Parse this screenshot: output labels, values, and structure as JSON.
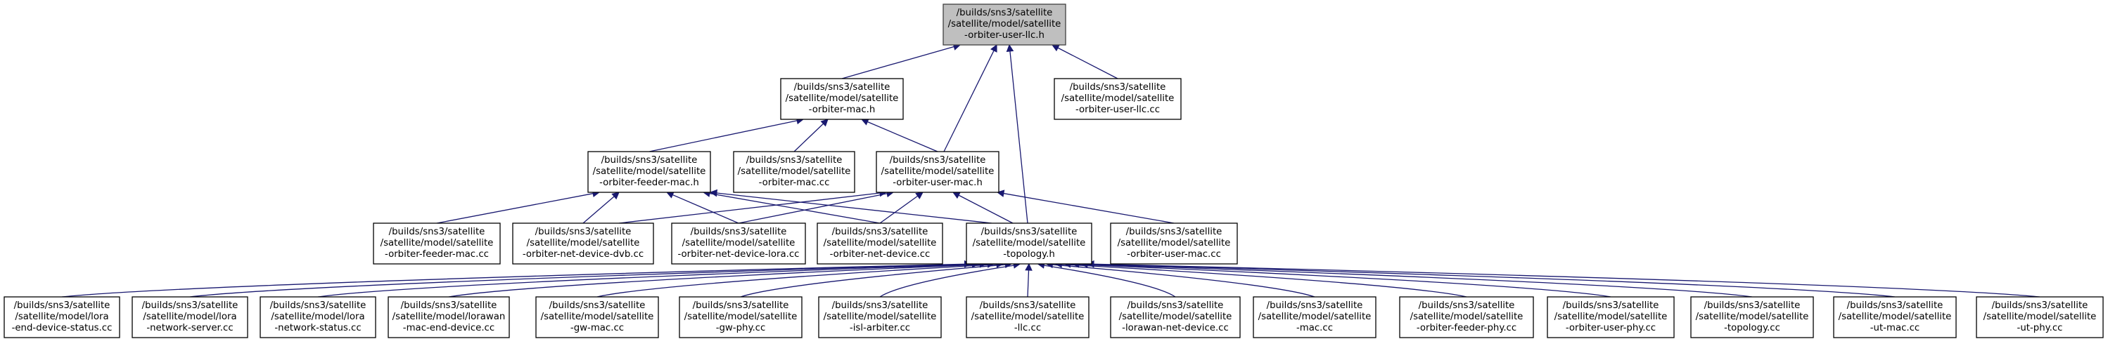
{
  "graph": {
    "colors": {
      "root_fill": "#bfbfbf",
      "node_fill": "#ffffff",
      "edge": "#191970"
    },
    "nodes": [
      {
        "id": "llc_h",
        "root": true,
        "lines": [
          "/builds/sns3/satellite",
          "/satellite/model/satellite",
          "-orbiter-user-llc.h"
        ]
      },
      {
        "id": "mac_h",
        "lines": [
          "/builds/sns3/satellite",
          "/satellite/model/satellite",
          "-orbiter-mac.h"
        ]
      },
      {
        "id": "llc_cc",
        "lines": [
          "/builds/sns3/satellite",
          "/satellite/model/satellite",
          "-orbiter-user-llc.cc"
        ]
      },
      {
        "id": "feeder_mac_h",
        "lines": [
          "/builds/sns3/satellite",
          "/satellite/model/satellite",
          "-orbiter-feeder-mac.h"
        ]
      },
      {
        "id": "mac_cc",
        "lines": [
          "/builds/sns3/satellite",
          "/satellite/model/satellite",
          "-orbiter-mac.cc"
        ]
      },
      {
        "id": "user_mac_h",
        "lines": [
          "/builds/sns3/satellite",
          "/satellite/model/satellite",
          "-orbiter-user-mac.h"
        ]
      },
      {
        "id": "feeder_mac_cc",
        "lines": [
          "/builds/sns3/satellite",
          "/satellite/model/satellite",
          "-orbiter-feeder-mac.cc"
        ]
      },
      {
        "id": "dvb_cc",
        "lines": [
          "/builds/sns3/satellite",
          "/satellite/model/satellite",
          "-orbiter-net-device-dvb.cc"
        ]
      },
      {
        "id": "lora_cc",
        "lines": [
          "/builds/sns3/satellite",
          "/satellite/model/satellite",
          "-orbiter-net-device-lora.cc"
        ]
      },
      {
        "id": "netdev_cc",
        "lines": [
          "/builds/sns3/satellite",
          "/satellite/model/satellite",
          "-orbiter-net-device.cc"
        ]
      },
      {
        "id": "topology_h",
        "lines": [
          "/builds/sns3/satellite",
          "/satellite/model/satellite",
          "-topology.h"
        ]
      },
      {
        "id": "user_mac_cc",
        "lines": [
          "/builds/sns3/satellite",
          "/satellite/model/satellite",
          "-orbiter-user-mac.cc"
        ]
      },
      {
        "id": "b1",
        "lines": [
          "/builds/sns3/satellite",
          "/satellite/model/lora",
          "-end-device-status.cc"
        ]
      },
      {
        "id": "b2",
        "lines": [
          "/builds/sns3/satellite",
          "/satellite/model/lora",
          "-network-server.cc"
        ]
      },
      {
        "id": "b3",
        "lines": [
          "/builds/sns3/satellite",
          "/satellite/model/lora",
          "-network-status.cc"
        ]
      },
      {
        "id": "b4",
        "lines": [
          "/builds/sns3/satellite",
          "/satellite/model/lorawan",
          "-mac-end-device.cc"
        ]
      },
      {
        "id": "b5",
        "lines": [
          "/builds/sns3/satellite",
          "/satellite/model/satellite",
          "-gw-mac.cc"
        ]
      },
      {
        "id": "b6",
        "lines": [
          "/builds/sns3/satellite",
          "/satellite/model/satellite",
          "-gw-phy.cc"
        ]
      },
      {
        "id": "b7",
        "lines": [
          "/builds/sns3/satellite",
          "/satellite/model/satellite",
          "-isl-arbiter.cc"
        ]
      },
      {
        "id": "b8",
        "lines": [
          "/builds/sns3/satellite",
          "/satellite/model/satellite",
          "-llc.cc"
        ]
      },
      {
        "id": "b9",
        "lines": [
          "/builds/sns3/satellite",
          "/satellite/model/satellite",
          "-lorawan-net-device.cc"
        ]
      },
      {
        "id": "b10",
        "lines": [
          "/builds/sns3/satellite",
          "/satellite/model/satellite",
          "-mac.cc"
        ]
      },
      {
        "id": "b11",
        "lines": [
          "/builds/sns3/satellite",
          "/satellite/model/satellite",
          "-orbiter-feeder-phy.cc"
        ]
      },
      {
        "id": "b12",
        "lines": [
          "/builds/sns3/satellite",
          "/satellite/model/satellite",
          "-orbiter-user-phy.cc"
        ]
      },
      {
        "id": "b13",
        "lines": [
          "/builds/sns3/satellite",
          "/satellite/model/satellite",
          "-topology.cc"
        ]
      },
      {
        "id": "b14",
        "lines": [
          "/builds/sns3/satellite",
          "/satellite/model/satellite",
          "-ut-mac.cc"
        ]
      },
      {
        "id": "b15",
        "lines": [
          "/builds/sns3/satellite",
          "/satellite/model/satellite",
          "-ut-phy.cc"
        ]
      }
    ],
    "edges": [
      [
        "llc_h",
        "mac_h"
      ],
      [
        "llc_h",
        "llc_cc"
      ],
      [
        "llc_h",
        "user_mac_h"
      ],
      [
        "llc_h",
        "topology_h"
      ],
      [
        "mac_h",
        "feeder_mac_h"
      ],
      [
        "mac_h",
        "mac_cc"
      ],
      [
        "mac_h",
        "user_mac_h"
      ],
      [
        "feeder_mac_h",
        "feeder_mac_cc"
      ],
      [
        "feeder_mac_h",
        "dvb_cc"
      ],
      [
        "feeder_mac_h",
        "lora_cc"
      ],
      [
        "feeder_mac_h",
        "netdev_cc"
      ],
      [
        "feeder_mac_h",
        "topology_h"
      ],
      [
        "user_mac_h",
        "dvb_cc"
      ],
      [
        "user_mac_h",
        "lora_cc"
      ],
      [
        "user_mac_h",
        "netdev_cc"
      ],
      [
        "user_mac_h",
        "topology_h"
      ],
      [
        "user_mac_h",
        "user_mac_cc"
      ],
      [
        "topology_h",
        "b1"
      ],
      [
        "topology_h",
        "b2"
      ],
      [
        "topology_h",
        "b3"
      ],
      [
        "topology_h",
        "b4"
      ],
      [
        "topology_h",
        "b5"
      ],
      [
        "topology_h",
        "b6"
      ],
      [
        "topology_h",
        "b7"
      ],
      [
        "topology_h",
        "b8"
      ],
      [
        "topology_h",
        "b9"
      ],
      [
        "topology_h",
        "b10"
      ],
      [
        "topology_h",
        "b11"
      ],
      [
        "topology_h",
        "b12"
      ],
      [
        "topology_h",
        "b13"
      ],
      [
        "topology_h",
        "b14"
      ],
      [
        "topology_h",
        "b15"
      ]
    ]
  }
}
